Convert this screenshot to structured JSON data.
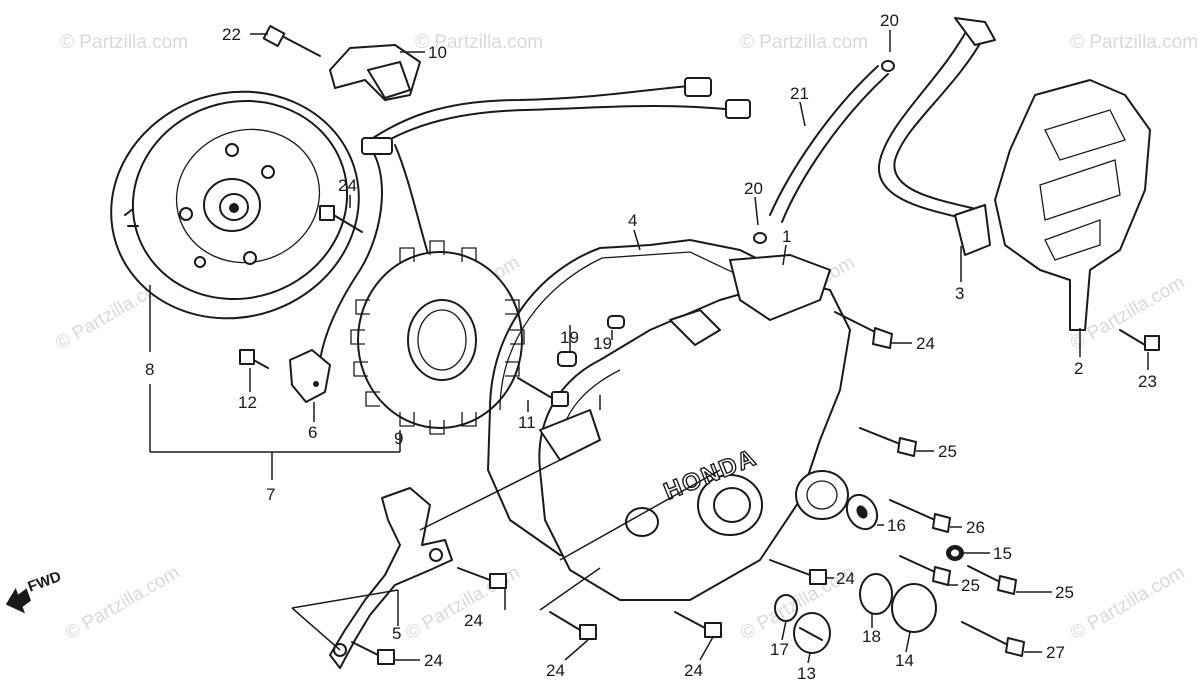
{
  "watermark": "© Partzilla.com",
  "brand_mark": "HONDA",
  "direction_label": "FWD",
  "callouts": [
    {
      "id": "c22a",
      "text": "22"
    },
    {
      "id": "c10",
      "text": "10"
    },
    {
      "id": "c20a",
      "text": "20"
    },
    {
      "id": "c21",
      "text": "21"
    },
    {
      "id": "c20b",
      "text": "20"
    },
    {
      "id": "c24a",
      "text": "24"
    },
    {
      "id": "c4",
      "text": "4"
    },
    {
      "id": "c1",
      "text": "1"
    },
    {
      "id": "c3",
      "text": "3"
    },
    {
      "id": "c24b",
      "text": "24"
    },
    {
      "id": "c2",
      "text": "2"
    },
    {
      "id": "c23",
      "text": "23"
    },
    {
      "id": "c8",
      "text": "8"
    },
    {
      "id": "c12",
      "text": "12"
    },
    {
      "id": "c6",
      "text": "6"
    },
    {
      "id": "c9",
      "text": "9"
    },
    {
      "id": "c19a",
      "text": "19"
    },
    {
      "id": "c19b",
      "text": "19"
    },
    {
      "id": "c11",
      "text": "11"
    },
    {
      "id": "c7",
      "text": "7"
    },
    {
      "id": "c25a",
      "text": "25"
    },
    {
      "id": "c16",
      "text": "16"
    },
    {
      "id": "c26",
      "text": "26"
    },
    {
      "id": "c15",
      "text": "15"
    },
    {
      "id": "c24c",
      "text": "24"
    },
    {
      "id": "c25b",
      "text": "25"
    },
    {
      "id": "c25c",
      "text": "25"
    },
    {
      "id": "c5",
      "text": "5"
    },
    {
      "id": "c24d",
      "text": "24"
    },
    {
      "id": "c24e",
      "text": "24"
    },
    {
      "id": "c24f",
      "text": "24"
    },
    {
      "id": "c24g",
      "text": "24"
    },
    {
      "id": "c17",
      "text": "17"
    },
    {
      "id": "c13",
      "text": "13"
    },
    {
      "id": "c18",
      "text": "18"
    },
    {
      "id": "c14",
      "text": "14"
    },
    {
      "id": "c27",
      "text": "27"
    }
  ]
}
